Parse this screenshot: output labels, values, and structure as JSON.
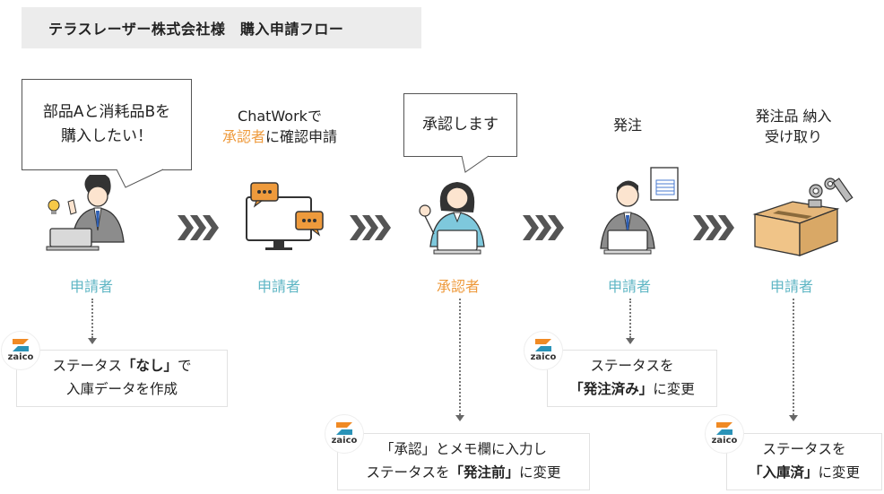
{
  "title": "テラスレーザー株式会社様　購入申請フロー",
  "steps": [
    {
      "bubble_line1": "部品Aと消耗品Bを",
      "bubble_line2": "購入したい！",
      "role": "申請者"
    },
    {
      "text_line1": "ChatWorkで",
      "text_highlight": "承認者",
      "text_rest": "に確認申請",
      "role": "申請者"
    },
    {
      "bubble": "承認します",
      "role": "承認者"
    },
    {
      "text_line1": "発注",
      "role": "申請者"
    },
    {
      "text_line1": "発注品 納入",
      "text_line2": "受け取り",
      "role": "申請者"
    }
  ],
  "notes": [
    {
      "line1_pre": "ステータス",
      "line1_bold": "「なし」",
      "line1_post": "で",
      "line2": "入庫データを作成"
    },
    {
      "line1": "「承認」とメモ欄に入力し",
      "line2_pre": "ステータスを",
      "line2_bold": "「発注前」",
      "line2_post": "に変更"
    },
    {
      "line1": "ステータスを",
      "line2_bold": "「発注済み」",
      "line2_post": "に変更"
    },
    {
      "line1": "ステータスを",
      "line2_bold": "「入庫済」",
      "line2_post": "に変更"
    }
  ],
  "logo_text": "zaico",
  "colors": {
    "teal": "#5fb6c4",
    "orange": "#ee9a3c",
    "arrow": "#555555",
    "logo_orange": "#f08a24",
    "logo_blue": "#2a93b8"
  }
}
